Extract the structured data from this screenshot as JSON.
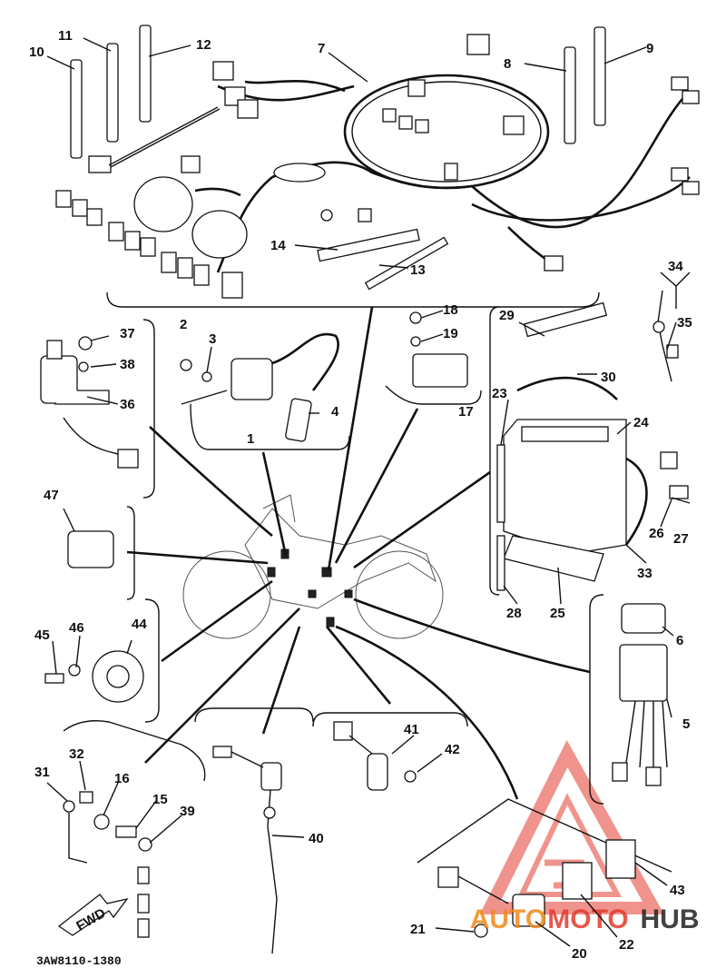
{
  "diagram": {
    "drawing_code": "3AW8110-1380",
    "fwd_label": "FWD",
    "watermark": {
      "primary": "AUTO",
      "secondary": "MOTO",
      "tertiary": "HUB",
      "color_red": "#e23c2f",
      "color_orange": "#f08a1c"
    },
    "callouts": [
      {
        "id": "10",
        "text": "10"
      },
      {
        "id": "11",
        "text": "11"
      },
      {
        "id": "12",
        "text": "12"
      },
      {
        "id": "7",
        "text": "7"
      },
      {
        "id": "8",
        "text": "8"
      },
      {
        "id": "9",
        "text": "9"
      },
      {
        "id": "14",
        "text": "14"
      },
      {
        "id": "13",
        "text": "13"
      },
      {
        "id": "34",
        "text": "34"
      },
      {
        "id": "35",
        "text": "35"
      },
      {
        "id": "37",
        "text": "37"
      },
      {
        "id": "38",
        "text": "38"
      },
      {
        "id": "36",
        "text": "36"
      },
      {
        "id": "2",
        "text": "2"
      },
      {
        "id": "3",
        "text": "3"
      },
      {
        "id": "1",
        "text": "1"
      },
      {
        "id": "4",
        "text": "4"
      },
      {
        "id": "18",
        "text": "18"
      },
      {
        "id": "19",
        "text": "19"
      },
      {
        "id": "17",
        "text": "17"
      },
      {
        "id": "29",
        "text": "29"
      },
      {
        "id": "30",
        "text": "30"
      },
      {
        "id": "23",
        "text": "23"
      },
      {
        "id": "24",
        "text": "24"
      },
      {
        "id": "26",
        "text": "26"
      },
      {
        "id": "27",
        "text": "27"
      },
      {
        "id": "33",
        "text": "33"
      },
      {
        "id": "28",
        "text": "28"
      },
      {
        "id": "25",
        "text": "25"
      },
      {
        "id": "47",
        "text": "47"
      },
      {
        "id": "45",
        "text": "45"
      },
      {
        "id": "46",
        "text": "46"
      },
      {
        "id": "44",
        "text": "44"
      },
      {
        "id": "6",
        "text": "6"
      },
      {
        "id": "5",
        "text": "5"
      },
      {
        "id": "31",
        "text": "31"
      },
      {
        "id": "32",
        "text": "32"
      },
      {
        "id": "16",
        "text": "16"
      },
      {
        "id": "15",
        "text": "15"
      },
      {
        "id": "39",
        "text": "39"
      },
      {
        "id": "40",
        "text": "40"
      },
      {
        "id": "41",
        "text": "41"
      },
      {
        "id": "42",
        "text": "42"
      },
      {
        "id": "43",
        "text": "43"
      },
      {
        "id": "21",
        "text": "21"
      },
      {
        "id": "22",
        "text": "22"
      },
      {
        "id": "20",
        "text": "20"
      }
    ]
  }
}
